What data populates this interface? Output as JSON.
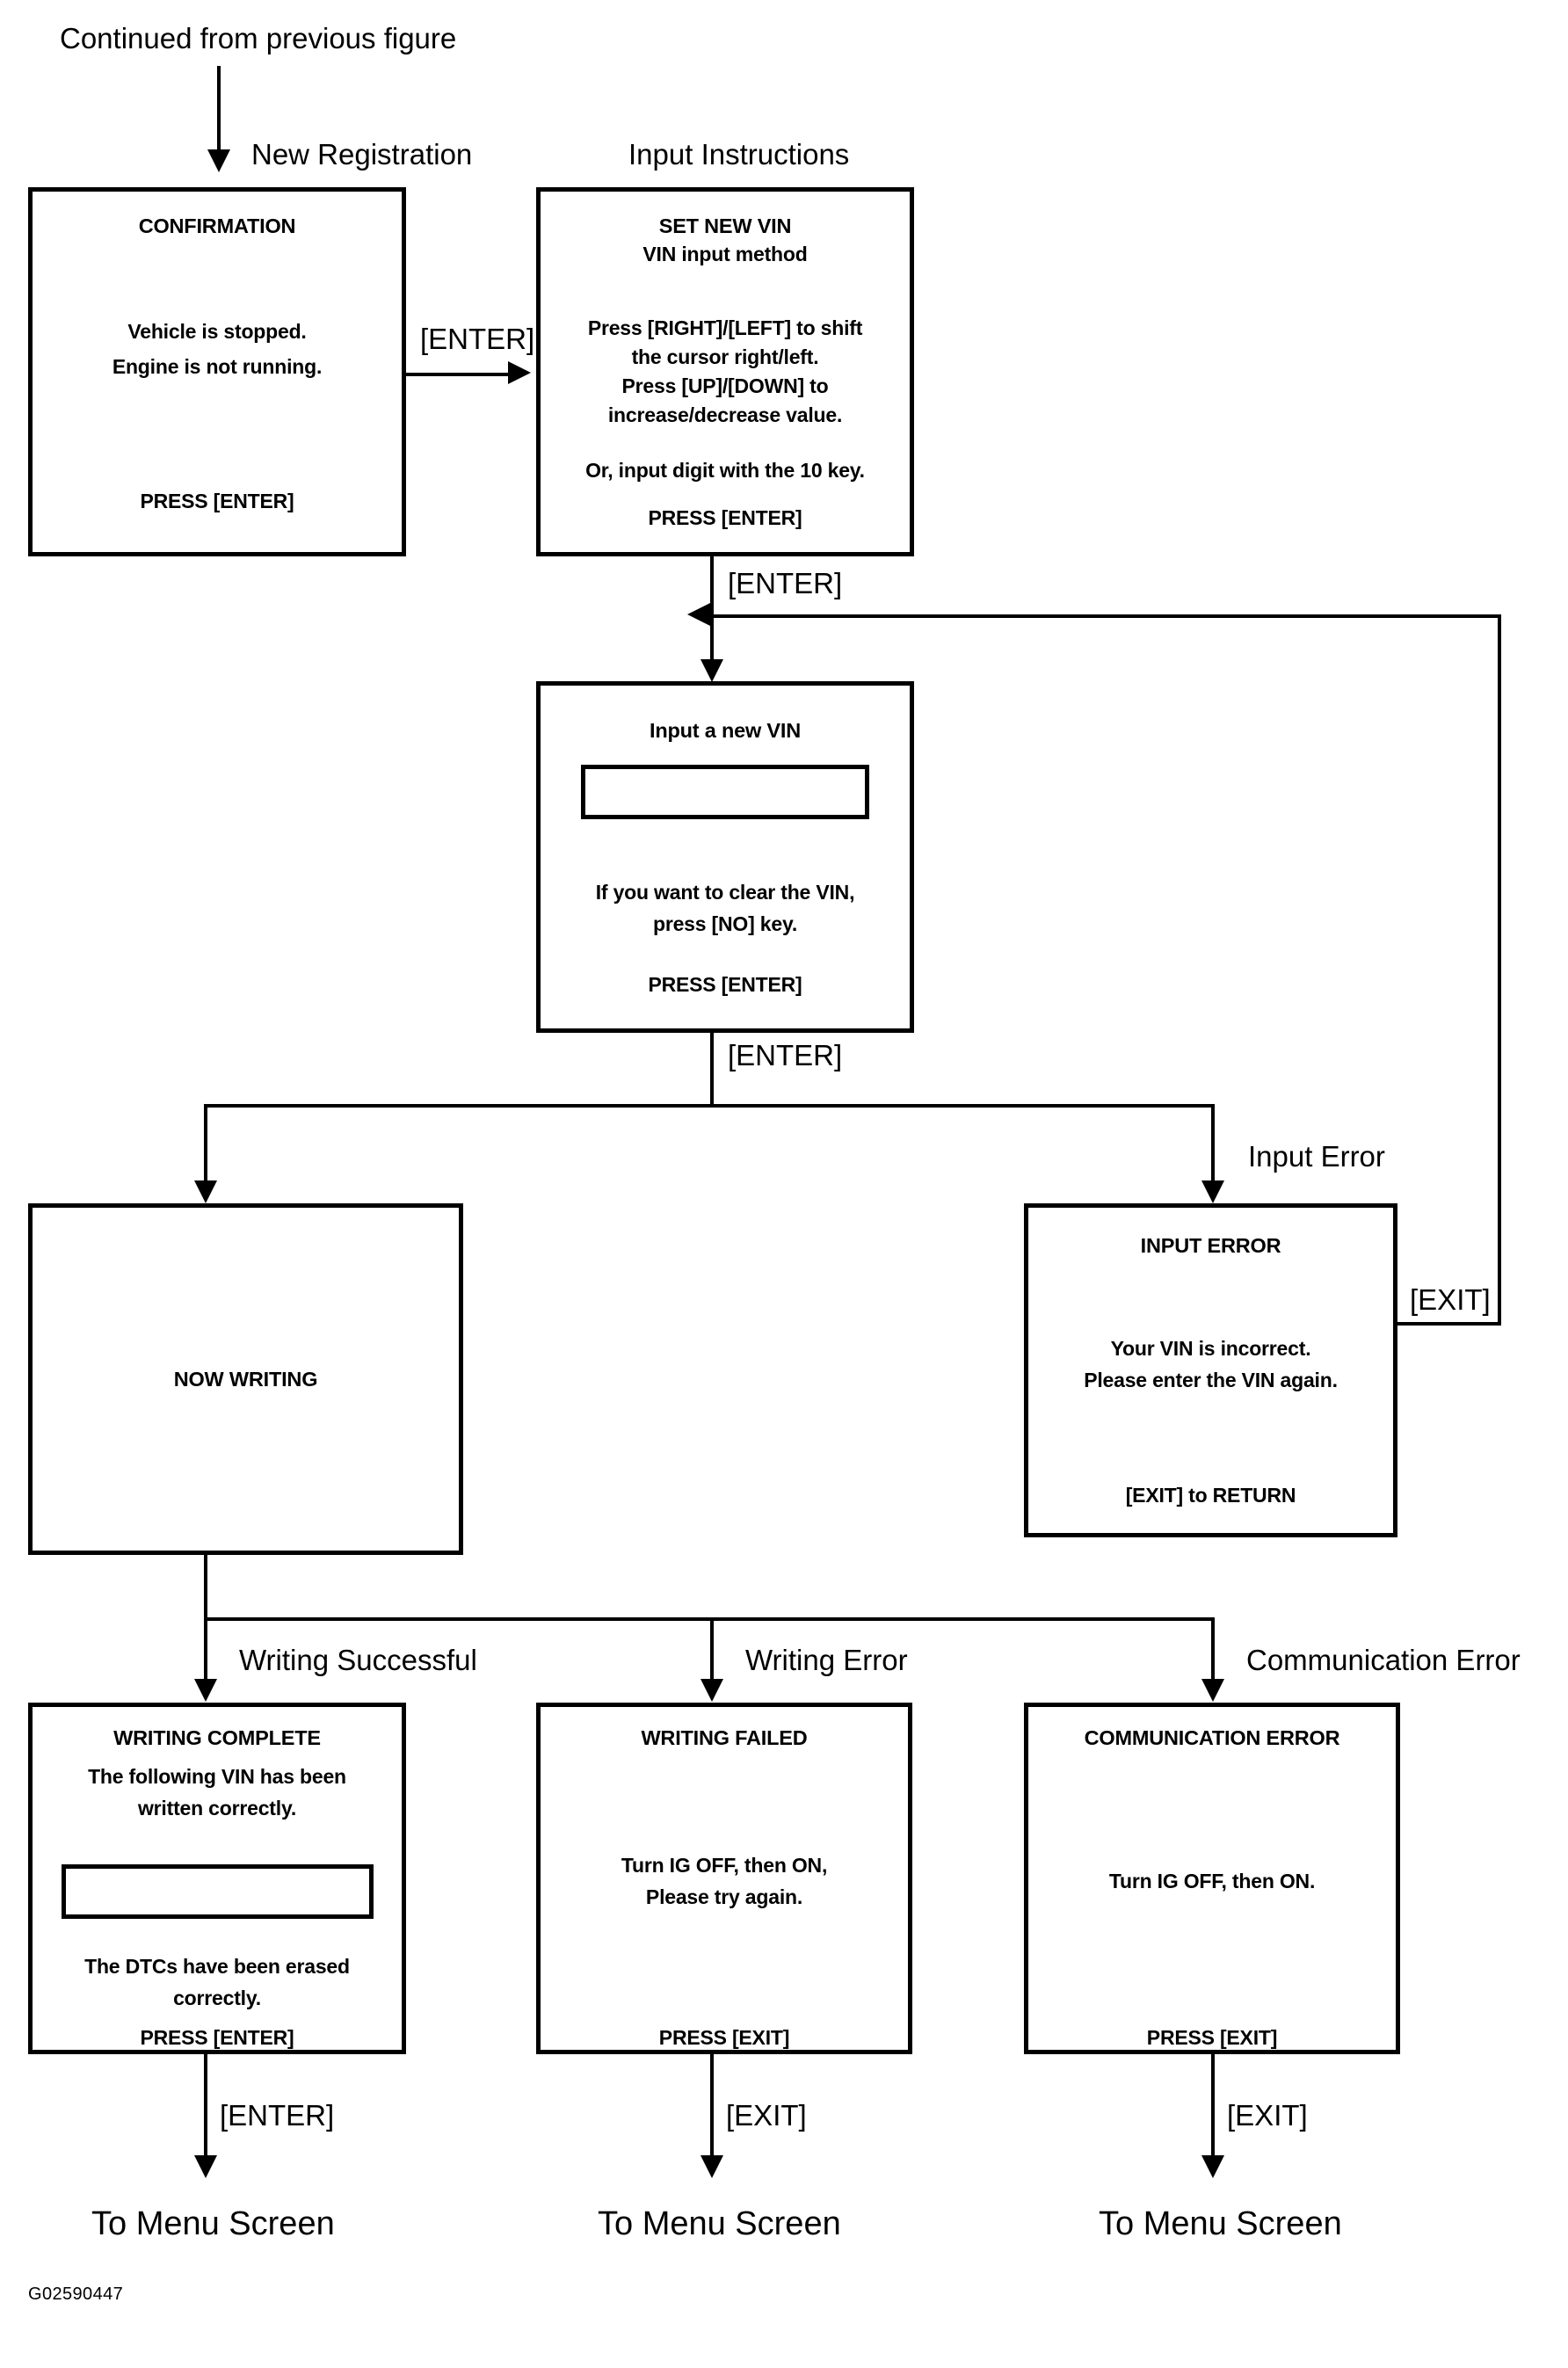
{
  "figure": {
    "continued_label": "Continued from previous figure",
    "figure_code": "G02590447"
  },
  "edge_labels": {
    "new_registration": "New Registration",
    "input_instructions": "Input Instructions",
    "enter_1": "[ENTER]",
    "enter_2": "[ENTER]",
    "enter_3": "[ENTER]",
    "input_error": "Input Error",
    "exit_return_loop": "[EXIT]",
    "writing_successful": "Writing Successful",
    "writing_error": "Writing Error",
    "communication_error": "Communication Error",
    "enter_complete": "[ENTER]",
    "exit_failed": "[EXIT]",
    "exit_comm": "[EXIT]"
  },
  "terminals": {
    "to_menu_1": "To Menu Screen",
    "to_menu_2": "To Menu Screen",
    "to_menu_3": "To Menu Screen"
  },
  "screens": {
    "confirmation": {
      "title": "CONFIRMATION",
      "line1": "Vehicle is stopped.",
      "line2": "Engine is not running.",
      "footer": "PRESS [ENTER]"
    },
    "set_new_vin": {
      "title": "SET NEW VIN",
      "subtitle": "VIN input method",
      "line1": "Press [RIGHT]/[LEFT] to shift",
      "line2": "the cursor right/left.",
      "line3": "Press [UP]/[DOWN] to",
      "line4": "increase/decrease value.",
      "line5": "Or, input digit with the 10 key.",
      "footer": "PRESS [ENTER]"
    },
    "input_new_vin": {
      "title": "Input a new VIN",
      "field_value": "",
      "line1": "If you want to clear the VIN,",
      "line2": "press [NO] key.",
      "footer": "PRESS [ENTER]"
    },
    "now_writing": {
      "title": "NOW WRITING"
    },
    "input_error": {
      "title": "INPUT ERROR",
      "line1": "Your VIN is incorrect.",
      "line2": "Please enter the VIN again.",
      "footer": "[EXIT] to RETURN"
    },
    "writing_complete": {
      "title": "WRITING COMPLETE",
      "line1": "The following VIN has been",
      "line2": "written correctly.",
      "field_value": "",
      "line3": "The DTCs have been erased",
      "line4": "correctly.",
      "footer": "PRESS [ENTER]"
    },
    "writing_failed": {
      "title": "WRITING FAILED",
      "line1": "Turn IG OFF, then ON,",
      "line2": "Please try again.",
      "footer": "PRESS [EXIT]"
    },
    "communication_error": {
      "title": "COMMUNICATION ERROR",
      "line1": "Turn IG OFF, then ON.",
      "footer": "PRESS [EXIT]"
    }
  }
}
